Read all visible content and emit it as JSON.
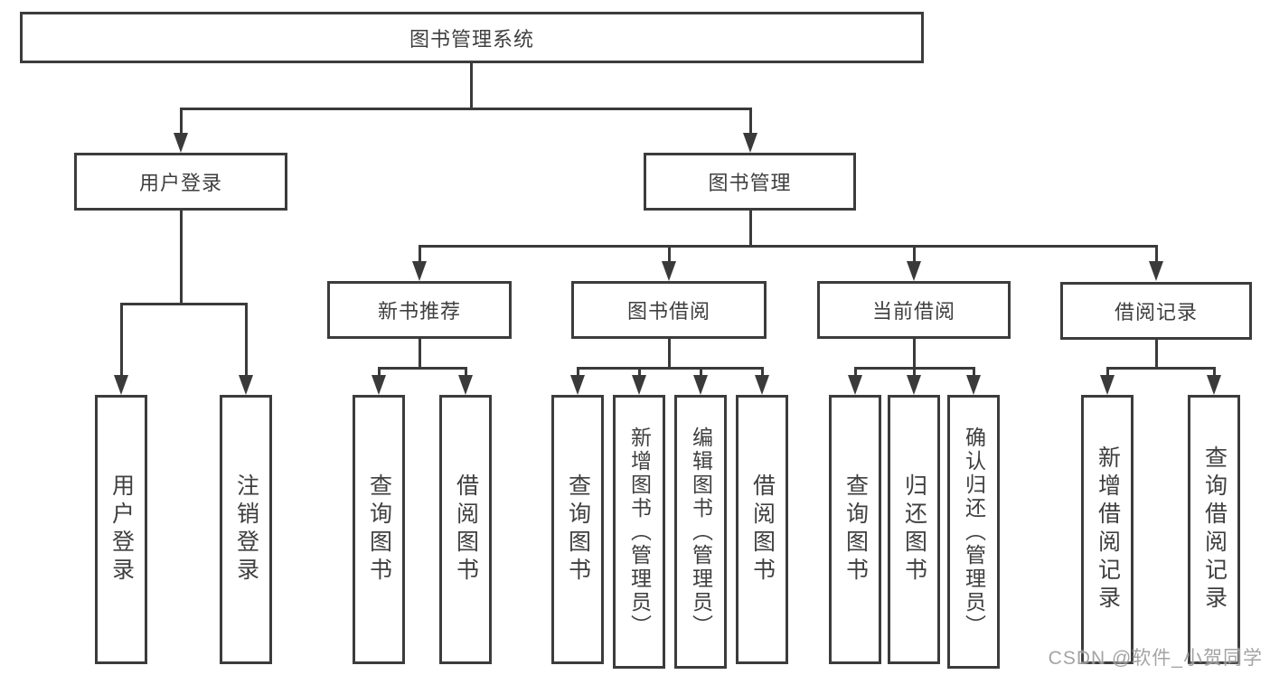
{
  "diagram_title": "图书管理系统",
  "colors": {
    "line": "#3a3a3a",
    "border": "#3c3c3c",
    "text": "#3f3f3f",
    "watermark": "#949494",
    "background": "#ffffff"
  },
  "nodes": {
    "root": {
      "label": "图书管理系统"
    },
    "user_login": {
      "label": "用户登录"
    },
    "book_mgmt": {
      "label": "图书管理"
    },
    "leaf_user_login": {
      "label": "用户登录"
    },
    "leaf_logout": {
      "label": "注销登录"
    },
    "new_book_rec": {
      "label": "新书推荐"
    },
    "book_borrow": {
      "label": "图书借阅"
    },
    "current_borrow": {
      "label": "当前借阅"
    },
    "borrow_record": {
      "label": "借阅记录"
    },
    "nb_query_book": {
      "label": "查询图书"
    },
    "nb_borrow_book": {
      "label": "借阅图书"
    },
    "bb_query_book": {
      "label": "查询图书"
    },
    "bb_add_book": {
      "label": "新增图书（管理员）"
    },
    "bb_edit_book": {
      "label": "编辑图书（管理员）"
    },
    "bb_borrow_book": {
      "label": "借阅图书"
    },
    "cb_query_book": {
      "label": "查询图书"
    },
    "cb_return_book": {
      "label": "归还图书"
    },
    "cb_confirm_return": {
      "label": "确认归还（管理员）"
    },
    "br_add_record": {
      "label": "新增借阅记录"
    },
    "br_query_record": {
      "label": "查询借阅记录"
    }
  },
  "watermark": "CSDN @软件_小贺同学"
}
